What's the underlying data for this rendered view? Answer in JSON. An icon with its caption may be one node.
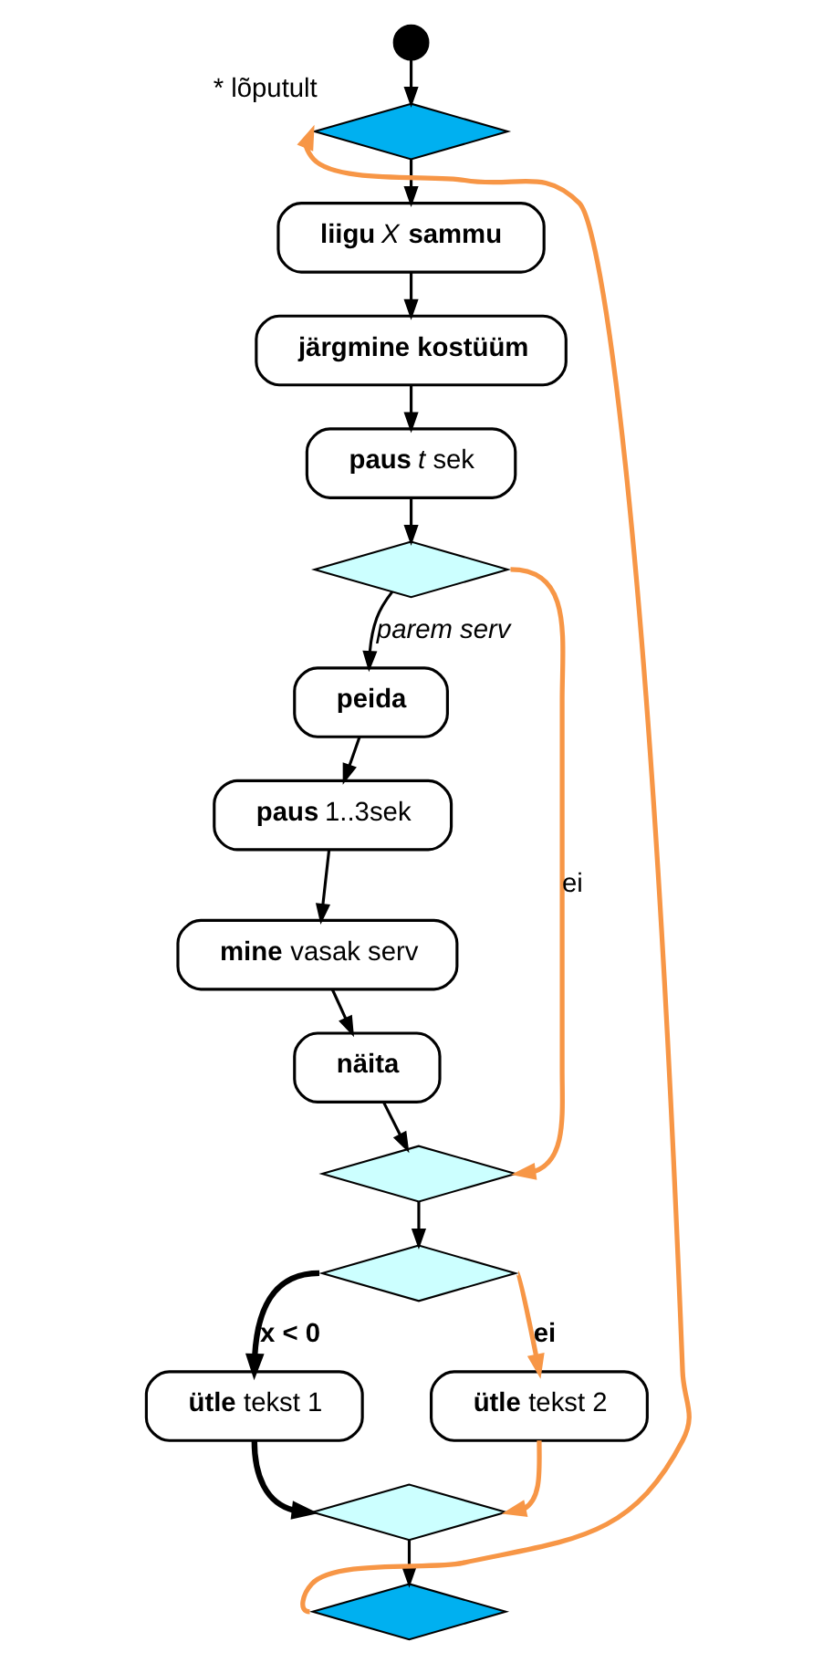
{
  "diagram": {
    "nodes": [
      {
        "text": [],
        "shape": "circle"
      },
      {
        "text": [],
        "shape": "diamond",
        "beside": [
          "* lõputult"
        ]
      },
      {
        "text": [
          "**liigu** *X* **sammu**"
        ]
      },
      {
        "text": [
          "järgmine kostüüm"
        ]
      },
      {
        "text": [
          "**paus** *t* sek"
        ]
      },
      {
        "text": [],
        "shape": "diamond"
      },
      {
        "text": [
          "peida"
        ]
      },
      {
        "text": [
          "**paus** 1..3sek"
        ]
      },
      {
        "text": [
          "**mine** vasak serv"
        ]
      },
      {
        "text": [
          "näita"
        ]
      },
      {
        "text": [],
        "shape": "diamond"
      },
      {
        "text": [],
        "shape": "diamond"
      },
      {
        "text": [
          "**ütle** tekst 1"
        ]
      },
      {
        "text": [
          "**ütle** tekst 2"
        ]
      },
      {
        "text": [],
        "shape": "diamond"
      },
      {
        "text": [],
        "shape": "diamond"
      }
    ],
    "edges": [
      {
        "from": 0,
        "to": 1,
        "arrow": "to"
      },
      {
        "from": 1,
        "to": 2,
        "arrow": "to"
      },
      {
        "from": 2,
        "to": 3,
        "arrow": "to"
      },
      {
        "from": 3,
        "to": 4,
        "arrow": "to"
      },
      {
        "from": 4,
        "to": 5,
        "arrow": "to"
      },
      {
        "from": 5,
        "to": 6,
        "arrow": "to",
        "label": "parem serv"
      },
      {
        "from": 6,
        "to": 7,
        "arrow": "to"
      },
      {
        "from": 7,
        "to": 8,
        "arrow": "to"
      },
      {
        "from": 8,
        "to": 9,
        "arrow": "to"
      },
      {
        "from": 9,
        "to": 10,
        "arrow": "to"
      },
      {
        "from": 5,
        "to": 10,
        "arrow": "to",
        "label": "ei",
        "color": "#f79646"
      },
      {
        "from": 10,
        "to": 11,
        "arrow": "to"
      },
      {
        "from": 11,
        "to": 12,
        "arrow": "to",
        "label": "x < 0",
        "style": "thick"
      },
      {
        "from": 11,
        "to": 13,
        "arrow": "to",
        "label": "ei",
        "color": "#f79646"
      },
      {
        "from": 12,
        "to": 14,
        "arrow": "to",
        "style": "thick"
      },
      {
        "from": 13,
        "to": 14,
        "arrow": "to",
        "color": "#f79646"
      },
      {
        "from": 14,
        "to": 15,
        "arrow": "to"
      },
      {
        "from": 15,
        "to": 1,
        "arrow": "to",
        "color": "#f79646"
      }
    ]
  }
}
